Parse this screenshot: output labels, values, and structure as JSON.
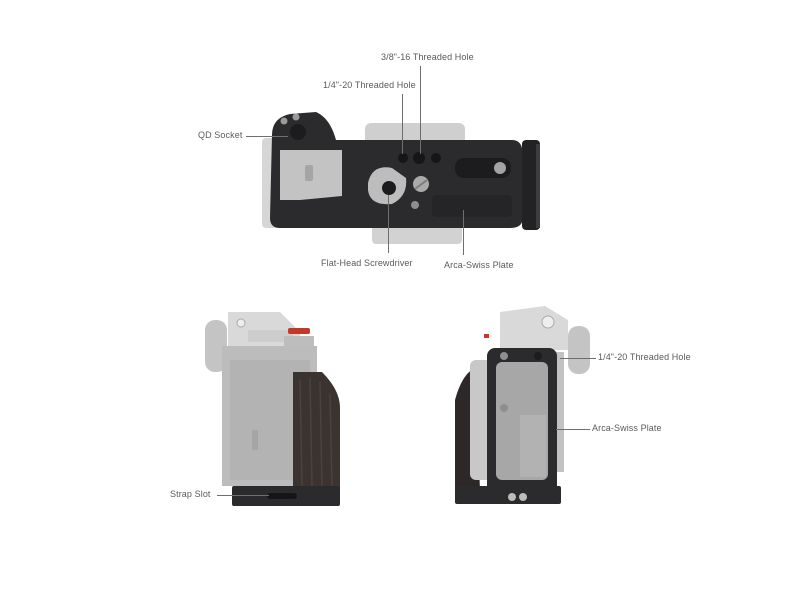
{
  "diagram": {
    "views": [
      {
        "id": "top-view",
        "callouts": [
          {
            "label": "3/8\"-16 Threaded Hole"
          },
          {
            "label": "1/4\"-20 Threaded Hole"
          },
          {
            "label": "QD Socket"
          },
          {
            "label": "Flat-Head Screwdriver"
          },
          {
            "label": "Arca-Swiss Plate"
          }
        ]
      },
      {
        "id": "side-view-grip",
        "callouts": [
          {
            "label": "Strap Slot"
          }
        ]
      },
      {
        "id": "side-view-plate",
        "callouts": [
          {
            "label": "1/4\"-20 Threaded Hole"
          },
          {
            "label": "Arca-Swiss Plate"
          }
        ]
      }
    ],
    "colors": {
      "background": "#ffffff",
      "cage_black": "#2b2b2d",
      "camera_silver": "#c9c9c9",
      "wood_grip": "#3a3330",
      "accent_red": "#c0392b",
      "label_text": "#5a5a5a",
      "leader_line": "#6e6e6e"
    }
  }
}
